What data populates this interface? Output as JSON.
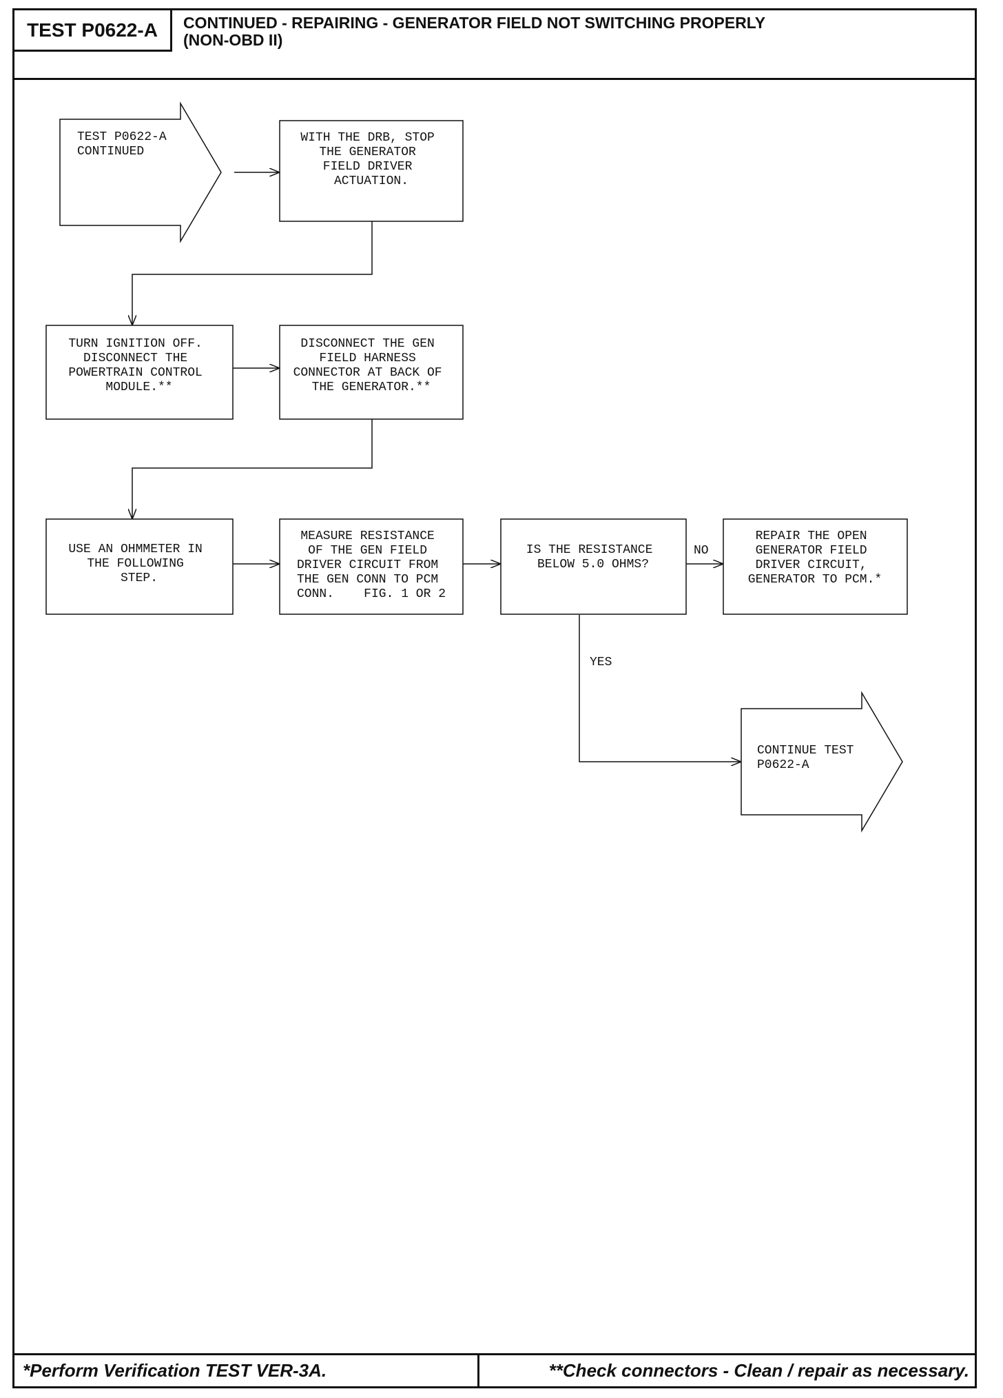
{
  "header": {
    "test_id": "TEST P0622-A",
    "title": "CONTINUED - REPAIRING - GENERATOR FIELD NOT SWITCHING PROPERLY\n(NON-OBD II)"
  },
  "nodes": {
    "start": [
      "TEST P0622-A",
      "CONTINUED"
    ],
    "stop_actuation": [
      "WITH THE DRB, STOP",
      "THE GENERATOR",
      "FIELD DRIVER",
      "ACTUATION."
    ],
    "ignition_off": [
      "TURN IGNITION OFF.",
      "DISCONNECT THE",
      "POWERTRAIN CONTROL",
      "MODULE.**"
    ],
    "disconnect_gen": [
      "DISCONNECT THE GEN",
      "FIELD HARNESS",
      "CONNECTOR AT BACK OF",
      "THE GENERATOR.**"
    ],
    "ohmmeter": [
      "USE AN OHMMETER IN",
      "THE FOLLOWING",
      "STEP."
    ],
    "measure": [
      "MEASURE RESISTANCE",
      "OF THE GEN FIELD",
      "DRIVER CIRCUIT FROM",
      "THE GEN CONN TO PCM",
      "CONN.    FIG. 1 OR 2"
    ],
    "decision": [
      "IS THE RESISTANCE",
      "BELOW 5.0 OHMS?"
    ],
    "repair": [
      "REPAIR THE OPEN",
      "GENERATOR FIELD",
      "DRIVER CIRCUIT,",
      "GENERATOR TO PCM.*"
    ],
    "continue": [
      "CONTINUE TEST",
      "P0622-A"
    ]
  },
  "edge_labels": {
    "no": "NO",
    "yes": "YES"
  },
  "footer": {
    "left": "*Perform Verification TEST VER-3A.",
    "right": "**Check connectors - Clean / repair as necessary."
  }
}
